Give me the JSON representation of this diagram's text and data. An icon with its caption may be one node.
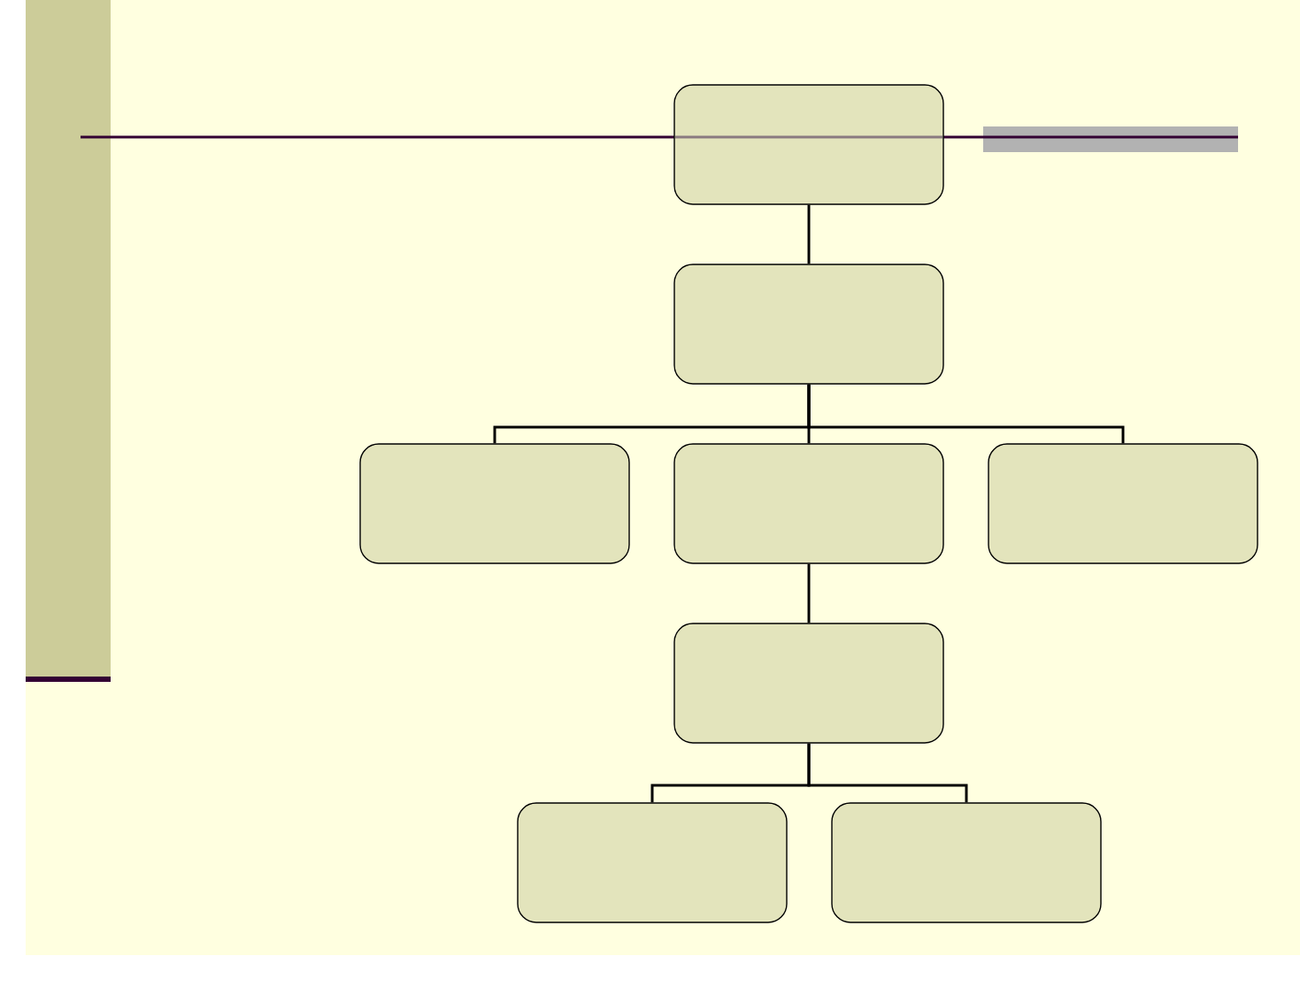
{
  "diagram": {
    "nodes": [
      {
        "text": [],
        "shape": "box"
      },
      {
        "text": [],
        "shape": "box"
      },
      {
        "text": [],
        "shape": "box"
      },
      {
        "text": [],
        "shape": "box"
      },
      {
        "text": [],
        "shape": "box"
      },
      {
        "text": [],
        "shape": "box"
      },
      {
        "text": [],
        "shape": "box"
      },
      {
        "text": [],
        "shape": "box"
      }
    ],
    "edges": [
      {
        "from": 0,
        "to": 1,
        "arrow": "none"
      },
      {
        "from": 1,
        "to": 2,
        "arrow": "none"
      },
      {
        "from": 1,
        "to": 3,
        "arrow": "none"
      },
      {
        "from": 1,
        "to": 4,
        "arrow": "none"
      },
      {
        "from": 3,
        "to": 5,
        "arrow": "none"
      },
      {
        "from": 5,
        "to": 6,
        "arrow": "none"
      },
      {
        "from": 5,
        "to": 7,
        "arrow": "none"
      }
    ]
  }
}
